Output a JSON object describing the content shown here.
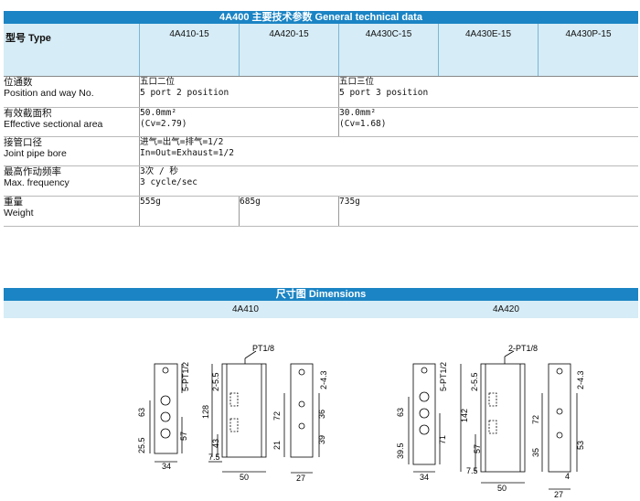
{
  "spec_title": "4A400 主要技术参数 General technical data",
  "type_label": "型号 Type",
  "models": [
    "4A410-15",
    "4A420-15",
    "4A430C-15",
    "4A430E-15",
    "4A430P-15"
  ],
  "rows": [
    {
      "cn": "位通数",
      "en": "Position and way No.",
      "v1a": "五口二位",
      "v1b": "5 port 2 position",
      "v2a": "五口三位",
      "v2b": "5 port 3 position"
    },
    {
      "cn": "有效截面积",
      "en": "Effective sectional area",
      "v1a": "50.0mm²",
      "v1b": "(Cv=2.79)",
      "v2a": "30.0mm²",
      "v2b": "(Cv=1.68)"
    },
    {
      "cn": "接管口径",
      "en": "Joint pipe bore",
      "v1a": "进气=出气=排气=1/2",
      "v1b": "In=Out=Exhaust=1/2"
    },
    {
      "cn": "最高作动频率",
      "en": "Max. frequency",
      "v1a": "3次 / 秒",
      "v1b": "3 cycle/sec"
    },
    {
      "cn": "重量",
      "en": "Weight",
      "w1": "555g",
      "w2": "685g",
      "w3": "735g"
    }
  ],
  "dim_title": "尺寸图 Dimensions",
  "dim_left": "4A410",
  "dim_right": "4A420",
  "left_dims": {
    "d63": "63",
    "d255": "25.5",
    "d57": "57",
    "d34": "34",
    "d5pt": "5-PT1/2",
    "pt": "PT1/8",
    "d255b": "2-5.5",
    "d128": "128",
    "d43": "43",
    "d75": "7.5",
    "d50": "50",
    "d24": "2-4.3",
    "d72": "72",
    "d36": "36",
    "d21": "21",
    "d39": "39",
    "d27": "27"
  },
  "right_dims": {
    "d63": "63",
    "d395": "39.5",
    "d71": "71",
    "d34": "34",
    "d5pt": "5-PT1/2",
    "pt": "2-PT1/8",
    "d255b": "2-5.5",
    "d142": "142",
    "d57": "57",
    "d75": "7.5",
    "d50": "50",
    "d24": "2-4.3",
    "d72": "72",
    "d35": "35",
    "d53": "53",
    "d27": "27",
    "d4": "4"
  }
}
